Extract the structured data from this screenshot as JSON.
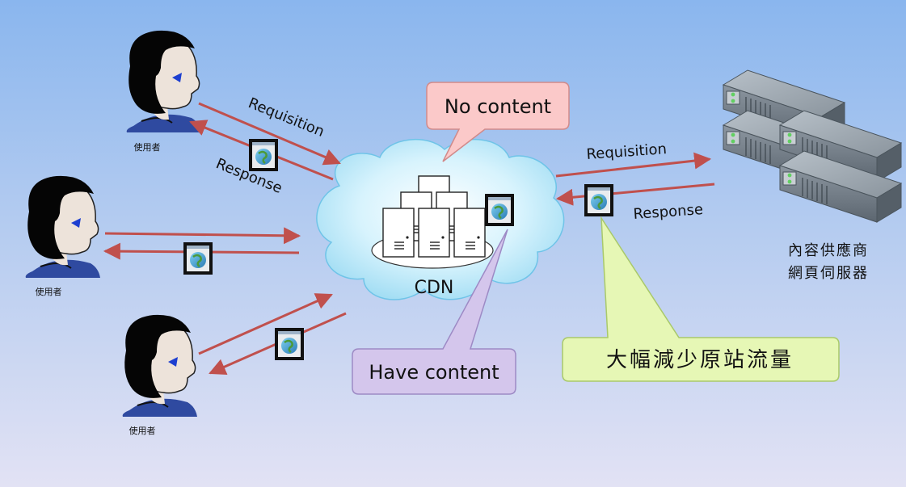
{
  "users": [
    {
      "label": "使用者"
    },
    {
      "label": "使用者"
    },
    {
      "label": "使用者"
    }
  ],
  "arrows": {
    "requisition_label": "Requisition",
    "response_label": "Response",
    "server_requisition_label": "Requisition",
    "server_response_label": "Response"
  },
  "cdn": {
    "label": "CDN"
  },
  "callouts": {
    "no_content": "No content",
    "have_content": "Have content",
    "traffic_reduction": "大幅減少原站流量"
  },
  "origin_server": {
    "label_line1": "內容供應商",
    "label_line2": "網頁伺服器"
  },
  "colors": {
    "arrow": "#c0504d",
    "cloud_fill": "#c5ecfa",
    "no_content_fill": "#fbc9c9",
    "have_content_fill": "#d4c6ec",
    "traffic_fill": "#e6f7b5"
  }
}
